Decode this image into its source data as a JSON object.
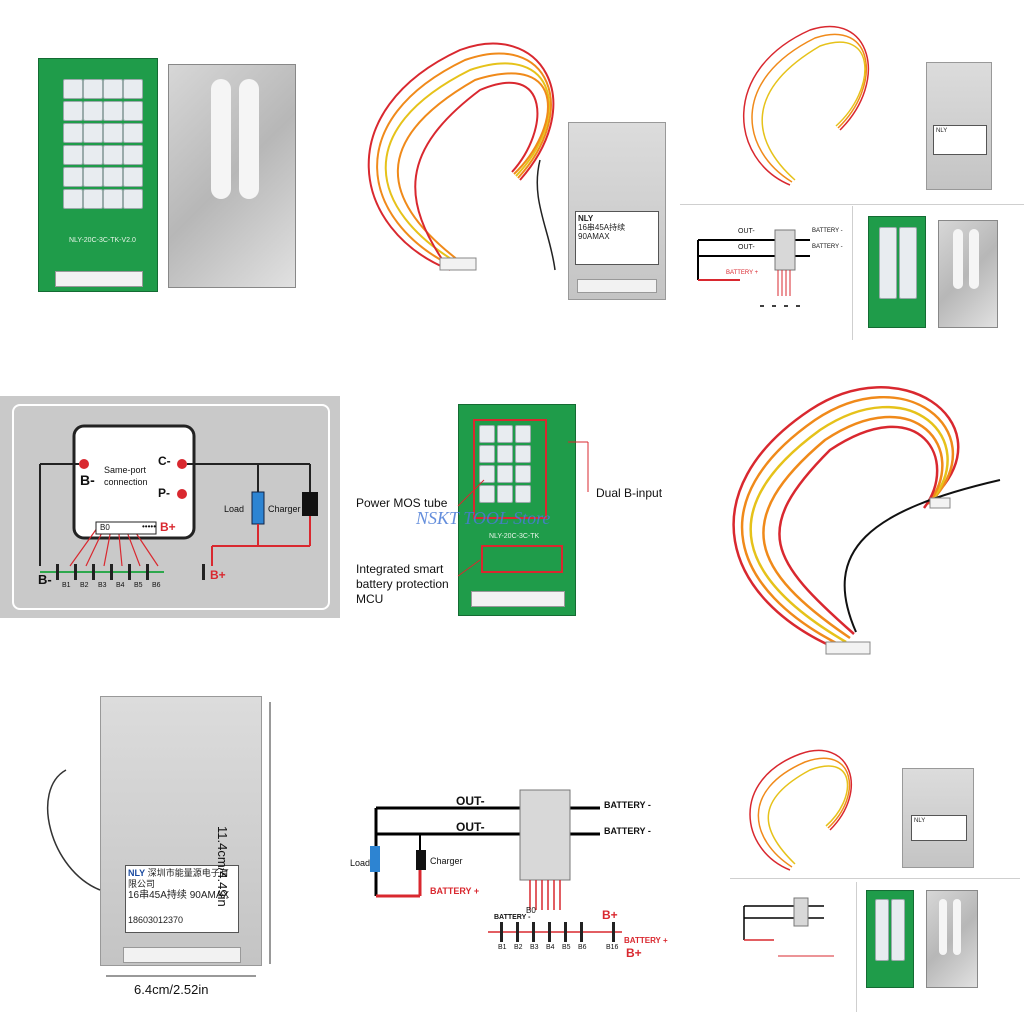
{
  "watermark": "NSKT TOOL Store",
  "colors": {
    "pcb": "#1f9c4a",
    "wire_red": "#d9282f",
    "wire_orange": "#f08a1a",
    "wire_yellow": "#e6c21a",
    "diagram_bg": "#c9c9c9"
  },
  "board": {
    "silkscreen": "NLY-20C-3C-TK-V2.0",
    "silkscreen_small": "NLY-20C-3C-TK"
  },
  "module": {
    "brand": "NLY",
    "company": "深圳市能量源电子有限公司",
    "spec": "16串45A持续 90AMAX",
    "serial": "18603012370"
  },
  "wiring_diagram": {
    "b_minus": "B-",
    "same_port": "Same-port\nconnection",
    "c_minus": "C-",
    "p_minus": "P-",
    "b_plus": "B+",
    "load": "Load",
    "charger": "Charger",
    "b0": "B0",
    "cells": [
      "B1",
      "B2",
      "B3",
      "B4",
      "B5",
      "B6"
    ],
    "dots": "•••••"
  },
  "annotated_board": {
    "power_mos": "Power MOS tube",
    "dual_b_input": "Dual B-input",
    "mcu": "Integrated smart\nbattery protection\nMCU"
  },
  "dimensions": {
    "height": "11.4cm/4.49in",
    "width": "6.4cm/2.52in"
  },
  "connection_diagram": {
    "out_minus": "OUT-",
    "battery_minus": "BATTERY -",
    "load": "Load",
    "charger": "Charger",
    "battery_plus": "BATTERY +",
    "b_plus": "B+",
    "b0": "B0",
    "cells": [
      "B1",
      "B2",
      "B3",
      "B4",
      "B5",
      "B6"
    ],
    "b_end": "B16"
  }
}
